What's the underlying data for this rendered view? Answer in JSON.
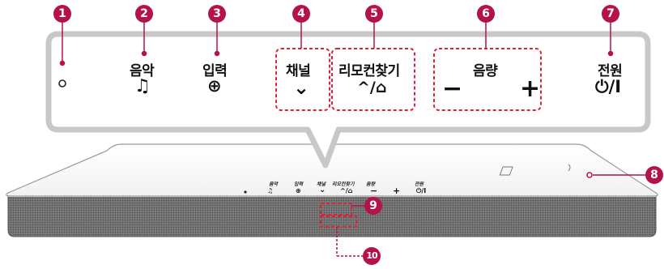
{
  "callout": {
    "buttons": [
      {
        "label": ""
      },
      {
        "label": "음악",
        "icon": "♫"
      },
      {
        "label": "입력",
        "icon": "⊕"
      },
      {
        "label": "채널",
        "icon": "⌄"
      },
      {
        "label": "리모컨찾기",
        "icon": "^/⌂"
      },
      {
        "label": "음량",
        "icon": "− +"
      },
      {
        "label": "전원",
        "icon": "⏻/I"
      }
    ],
    "icons": {
      "music": "♫",
      "input": "⊕",
      "channel": "⌄",
      "remote_finder": "^/⌂",
      "vol_down": "−",
      "vol_up": "+",
      "power": "⏻/I"
    }
  },
  "device": {
    "panel_labels": [
      "음악",
      "입력",
      "채널",
      "리모컨찾기",
      "음량",
      "전원"
    ]
  },
  "badges": [
    "1",
    "2",
    "3",
    "4",
    "5",
    "6",
    "7",
    "8",
    "9",
    "10"
  ],
  "colors": {
    "badge": "#b3124a",
    "dashed": "#e0203a",
    "callout_border": "#c8c8c8",
    "grille": "#6e6e6e"
  }
}
